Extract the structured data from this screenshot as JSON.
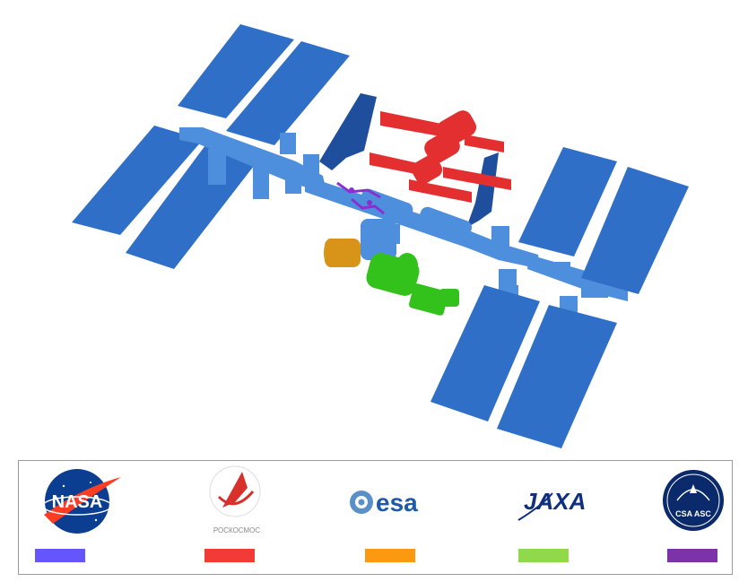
{
  "diagram": {
    "partners": [
      {
        "id": "nasa",
        "logo_text": "NASA",
        "color": "#6455fc"
      },
      {
        "id": "roscosmos",
        "logo_text": "РОСКОСМОС",
        "color": "#f23b36"
      },
      {
        "id": "esa",
        "logo_text": "esa",
        "color": "#fb9a10"
      },
      {
        "id": "jaxa",
        "logo_text": "JAXA",
        "color": "#8fd94a"
      },
      {
        "id": "csa",
        "logo_text": "CSA ASC",
        "color": "#7c32a8"
      }
    ],
    "module_colors": {
      "solar_array": "#2f6fc7",
      "truss": "#4d8fdc",
      "radiator": "#1f4f9c",
      "russian_segment": "#e32f2f",
      "esa_module": "#d89418",
      "jaxa_module": "#33c21c",
      "canadarm": "#8a2fd0"
    }
  }
}
